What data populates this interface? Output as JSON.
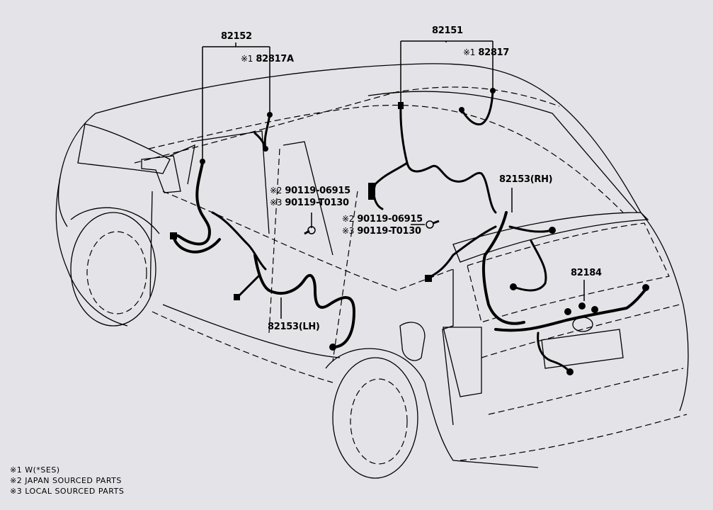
{
  "diagram": {
    "type": "wiring harness parts diagram",
    "subject": "vehicle interior/rear wiring (MPV view from rear-left)",
    "background_color": "#e4e4e8",
    "line_color": "#000000"
  },
  "callouts": {
    "part_82152": {
      "part_no": "82152"
    },
    "part_82817A": {
      "marker": "※1",
      "part_no": "82817A"
    },
    "part_82151": {
      "part_no": "82151"
    },
    "part_82817": {
      "marker": "※1",
      "part_no": "82817"
    },
    "bolt_left_a": {
      "marker": "※2",
      "part_no": "90119-06915"
    },
    "bolt_left_b": {
      "marker": "※3",
      "part_no": "90119-T0130"
    },
    "bolt_right_a": {
      "marker": "※2",
      "part_no": "90119-06915"
    },
    "bolt_right_b": {
      "marker": "※3",
      "part_no": "90119-T0130"
    },
    "part_82153_rh": {
      "part_no": "82153(RH)"
    },
    "part_82153_lh": {
      "part_no": "82153(LH)"
    },
    "part_82184": {
      "part_no": "82184"
    }
  },
  "legend": [
    {
      "marker": "※1",
      "text": "W(*SES)"
    },
    {
      "marker": "※2",
      "text": "JAPAN SOURCED PARTS"
    },
    {
      "marker": "※3",
      "text": "LOCAL SOURCED PARTS"
    }
  ]
}
